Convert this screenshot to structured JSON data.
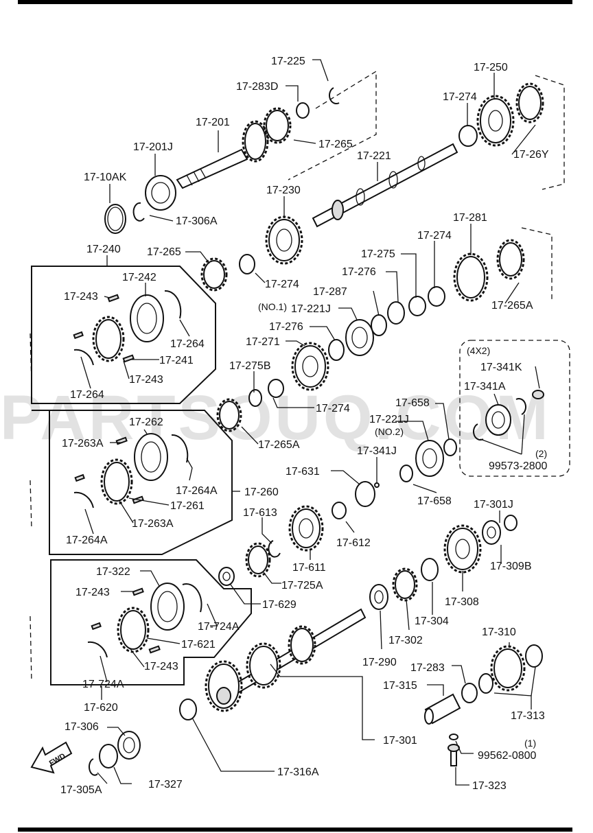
{
  "watermark": "PARTSOUQ.COM",
  "labels": {
    "l17_225": "17-225",
    "l17_283D": "17-283D",
    "l17_201": "17-201",
    "l17_201J": "17-201J",
    "l17_10AK": "17-10AK",
    "l17_306A": "17-306A",
    "l17_265_top": "17-265",
    "l17_250": "17-250",
    "l17_274_top": "17-274",
    "l17_221": "17-221",
    "l17_26Y": "17-26Y",
    "l17_230": "17-230",
    "l17_240": "17-240",
    "l17_265_b": "17-265",
    "l17_274_b": "17-274",
    "l17_242": "17-242",
    "l17_243_a": "17-243",
    "l17_264_a": "17-264",
    "l17_241": "17-241",
    "l17_243_b": "17-243",
    "l17_264_b": "17-264",
    "l17_275": "17-275",
    "l17_274_c": "17-274",
    "l17_281": "17-281",
    "l17_276_a": "17-276",
    "l17_287": "17-287",
    "l17_265A_a": "17-265A",
    "no1": "(NO.1)",
    "l17_221J_a": "17-221J",
    "l17_276_b": "17-276",
    "l17_271": "17-271",
    "l17_275B": "17-275B",
    "l17_274_d": "17-274",
    "l17_265A_b": "17-265A",
    "l17_262": "17-262",
    "l17_263A_a": "17-263A",
    "l17_264A_a": "17-264A",
    "l17_260": "17-260",
    "l17_261": "17-261",
    "l17_263A_b": "17-263A",
    "l17_264A_b": "17-264A",
    "l17_658_a": "17-658",
    "l17_221J_b": "17-221J",
    "no2": "(NO.2)",
    "l17_341J": "17-341J",
    "l17_631": "17-631",
    "l17_658_b": "17-658",
    "l17_613": "17-613",
    "l17_612": "17-612",
    "l17_611": "17-611",
    "l17_725A": "17-725A",
    "l17_629": "17-629",
    "l17_301J": "17-301J",
    "l17_309B": "17-309B",
    "l17_308": "17-308",
    "l17_304": "17-304",
    "l17_302": "17-302",
    "l17_290": "17-290",
    "l17_322": "17-322",
    "l17_243_c": "17-243",
    "l17_724A_a": "17-724A",
    "l17_621": "17-621",
    "l17_243_d": "17-243",
    "l17_724A_b": "17-724A",
    "l17_620": "17-620",
    "l17_310": "17-310",
    "l17_283": "17-283",
    "l17_315": "17-315",
    "l17_313": "17-313",
    "l17_301": "17-301",
    "q1": "(1)",
    "l99562": "99562-0800",
    "l17_323": "17-323",
    "l17_306": "17-306",
    "l17_327": "17-327",
    "l17_305A": "17-305A",
    "l17_316A": "17-316A",
    "fwd": "FWD",
    "box4x2": "(4X2)",
    "l17_341K": "17-341K",
    "l17_341A": "17-341A",
    "q2": "(2)",
    "l99573": "99573-2800"
  }
}
